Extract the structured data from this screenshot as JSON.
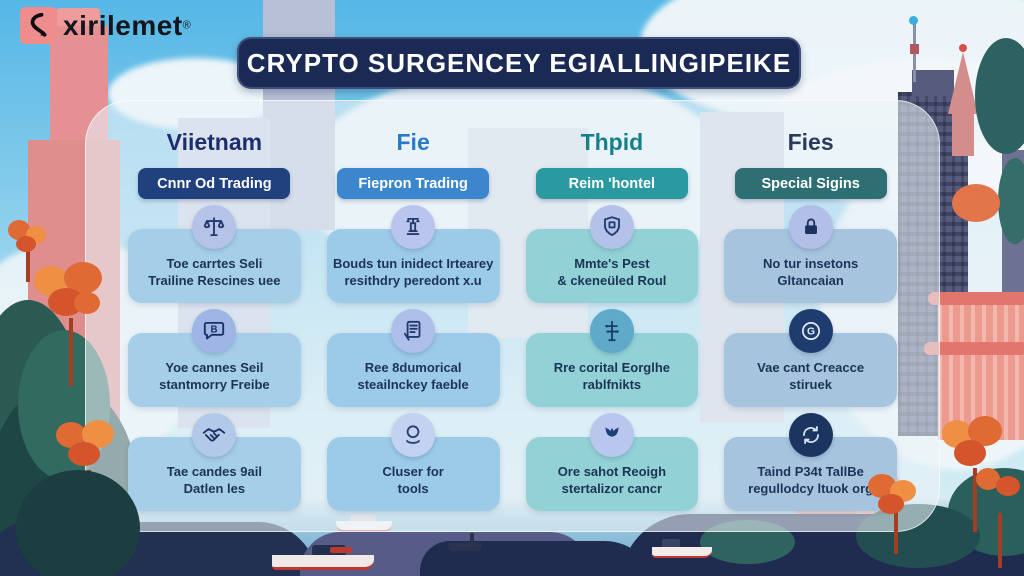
{
  "logo": {
    "text": "xirilemet",
    "registered": "®",
    "icon": "swoosh-arrow-icon",
    "mark_bg": "#ef8d8c"
  },
  "title": "CRYPTO SURGENCEY EGIALLINGIPEIKE",
  "colors": {
    "title_bar_bg": "#1b2a54",
    "title_text": "#ffffff",
    "panel_bg": "rgba(235,243,248,0.58)",
    "card_text": "#1c3356"
  },
  "columns": [
    {
      "header": "Viietnam",
      "header_color": "#1d2e6e",
      "button": {
        "label": "Cnnr Od Trading",
        "bg": "#20407e"
      },
      "card_bg": "#a5cee8",
      "cards": [
        {
          "icon": "scales-icon",
          "line1": "Toe carrtes Seli",
          "line2": "Trailine Rescines uee",
          "icon_bg": "#b6c3e9",
          "icon_fg": "#24366b"
        },
        {
          "icon": "chat-coin-icon",
          "line1": "Yoe cannes Seil",
          "line2": "stantmorry Freibe",
          "icon_bg": "#9eb5e6",
          "icon_fg": "#1c2f63"
        },
        {
          "icon": "handshake-icon",
          "line1": "Tae candes 9ail",
          "line2": "Datlen les",
          "icon_bg": "#b3c9ea",
          "icon_fg": "#1c2f63"
        }
      ]
    },
    {
      "header": "Fie",
      "header_color": "#2a7ac6",
      "button": {
        "label": "Fiepron Trading",
        "bg": "#3c86ce"
      },
      "card_bg": "#9ccae9",
      "cards": [
        {
          "icon": "balance-pedestal-icon",
          "line1": "Bouds tun inidect Irtearey",
          "line2": "resithdry peredont x.u",
          "icon_bg": "#b9c5ec",
          "icon_fg": "#243a6e"
        },
        {
          "icon": "document-pen-icon",
          "line1": "Ree 8dumorical",
          "line2": "steailnckey faeble",
          "icon_bg": "#aebfe9",
          "icon_fg": "#243a6e"
        },
        {
          "icon": "person-circle-icon",
          "line1": "Cluser for",
          "line2": "tools",
          "icon_bg": "#c3d2f0",
          "icon_fg": "#2a4070"
        }
      ]
    },
    {
      "header": "Thpid",
      "header_color": "#157f8b",
      "button": {
        "label": "Reim 'hontel",
        "bg": "#2a9aa0"
      },
      "card_bg": "#92d2d6",
      "cards": [
        {
          "icon": "shield-icon",
          "line1": "Mmte's Pest",
          "line2": "& ckeneüled Roul",
          "icon_bg": "#b4c2ea",
          "icon_fg": "#223a6e"
        },
        {
          "icon": "signpost-icon",
          "line1": "Rre corital Eorglhe",
          "line2": "rablfnikts",
          "icon_bg": "#5fa9c9",
          "icon_fg": "#173f66"
        },
        {
          "icon": "bird-icon",
          "line1": "Ore sahot Reoigh",
          "line2": "stertalizor cancr",
          "icon_bg": "#b9c6ee",
          "icon_fg": "#1d3f77"
        }
      ]
    },
    {
      "header": "Fies",
      "header_color": "#2c3a5c",
      "button": {
        "label": "Special Sigins",
        "bg": "#2e6f74"
      },
      "card_bg": "#a6c4de",
      "cards": [
        {
          "icon": "lock-icon",
          "line1": "No tur insetons",
          "line2": "Gltancaian",
          "icon_bg": "#b2c0e8",
          "icon_fg": "#1e3261"
        },
        {
          "icon": "badge-g-icon",
          "line1": "Vae cant Creacce",
          "line2": "stiruek",
          "icon_bg": "#1e3c6d",
          "icon_fg": "#e4ecf8"
        },
        {
          "icon": "refresh-icon",
          "line1": "Taind P34t TallBe",
          "line2": "regullodcy ltuok org",
          "icon_bg": "#1b3560",
          "icon_fg": "#d8e6f4"
        }
      ]
    }
  ]
}
